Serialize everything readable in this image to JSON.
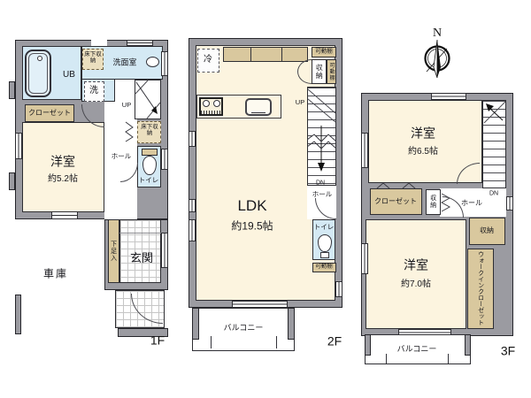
{
  "colors": {
    "wall": "#9b9ba1",
    "room_cream": "#fcf4df",
    "water_blue": "#d4e9f4",
    "storage_beige": "#d9c89e",
    "underfloor_beige": "#ebdfbf"
  },
  "compass": {
    "north": "N"
  },
  "floor1": {
    "floor_label": "1F",
    "unit_bath": "UB",
    "underfloor_storage_top": "床下収納",
    "washroom": "洗面室",
    "laundry": "洗",
    "closet": "クローゼット",
    "bedroom_name": "洋室",
    "bedroom_area": "約5.2帖",
    "up": "UP",
    "hall": "ホール",
    "underfloor_storage_mid": "床下収納",
    "toilet": "トイレ",
    "shoe_cabinet": "下足入",
    "entrance": "玄関",
    "garage": "車庫"
  },
  "floor2": {
    "floor_label": "2F",
    "refrigerator": "冷",
    "movable_shelf_top": "可動棚",
    "storage": "収納",
    "movable_shelf_side": "可動棚",
    "up": "UP",
    "down": "DN",
    "hall": "ホール",
    "toilet": "トイレ",
    "movable_shelf_bottom": "可動棚",
    "ldk_name": "LDK",
    "ldk_area": "約19.5帖",
    "balcony": "バルコニー"
  },
  "floor3": {
    "floor_label": "3F",
    "bedroom1_name": "洋室",
    "bedroom1_area": "約6.5帖",
    "down": "DN",
    "closet": "クローゼット",
    "storage_hall": "収納",
    "hall": "ホール",
    "storage": "収納",
    "bedroom2_name": "洋室",
    "bedroom2_area": "約7.0帖",
    "walk_in_closet": "ウォークインクローゼット",
    "balcony": "バルコニー"
  }
}
